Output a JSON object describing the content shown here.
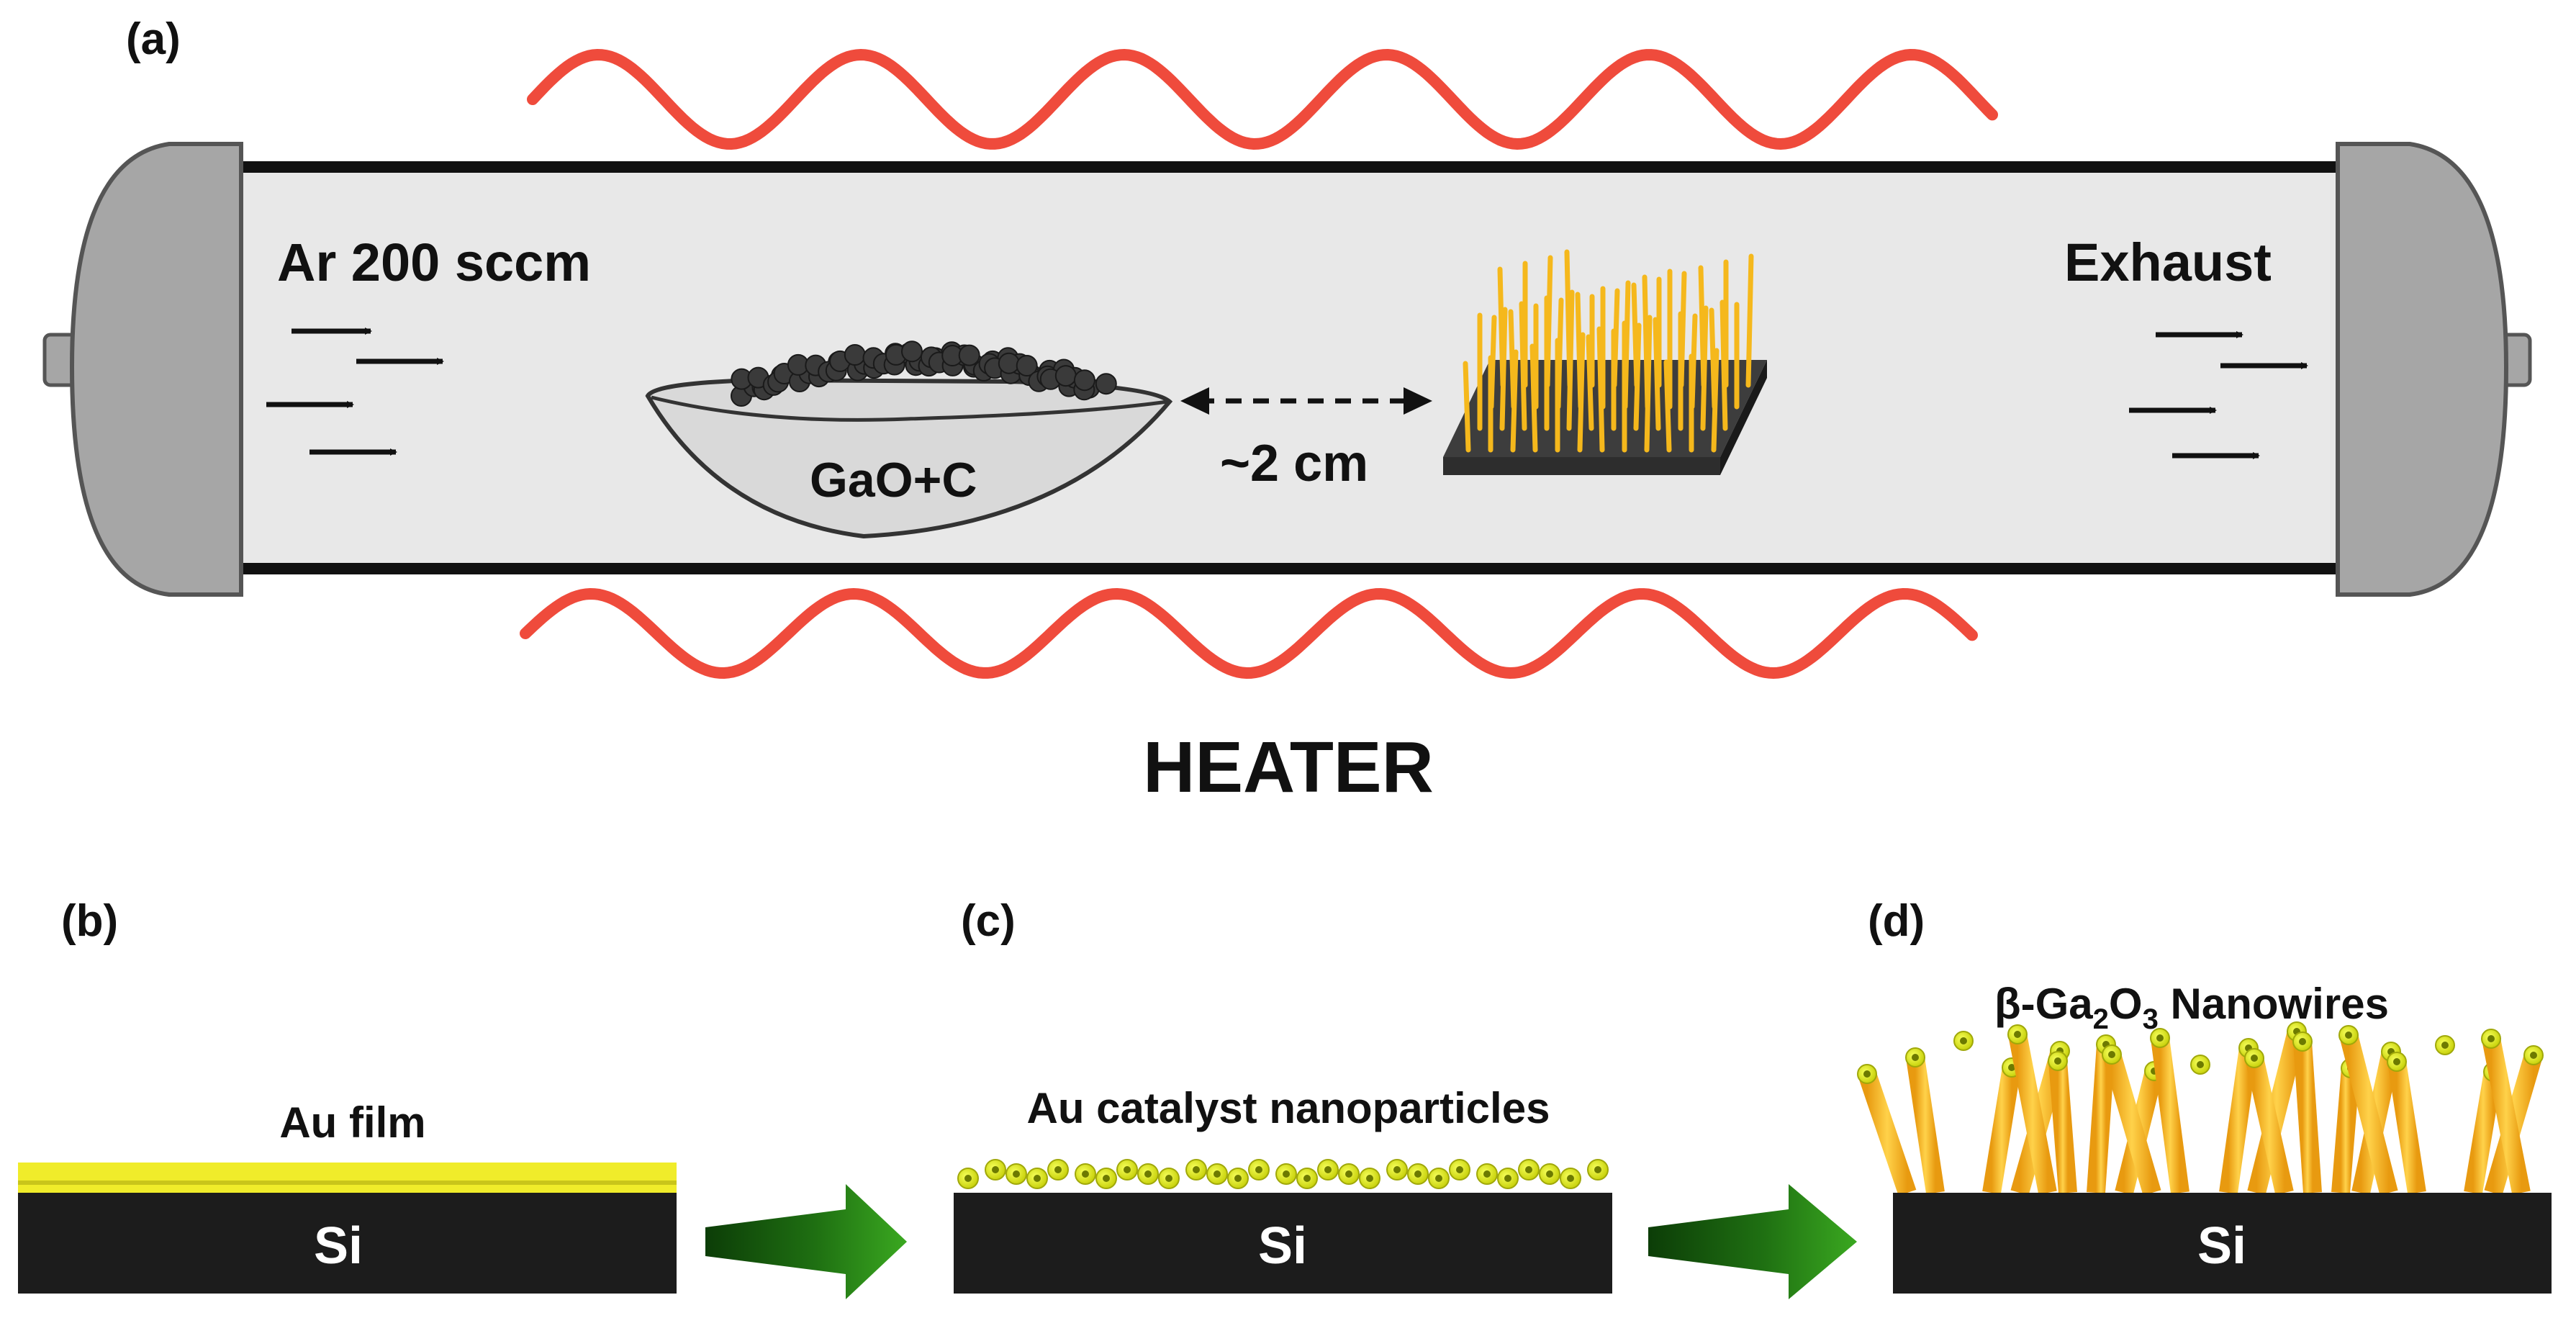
{
  "panels": {
    "a": {
      "label": "(a)",
      "gas_inlet": "Ar 200 sccm",
      "outlet": "Exhaust",
      "boat_label": "GaO+C",
      "distance_label": "~2 cm",
      "heater_label": "HEATER"
    },
    "b": {
      "label": "(b)",
      "layer_label": "Au film",
      "substrate_label": "Si"
    },
    "c": {
      "label": "(c)",
      "layer_label": "Au catalyst nanoparticles",
      "substrate_label": "Si"
    },
    "d": {
      "label": "(d)",
      "title_prefix": "β-Ga",
      "title_sub1": "2",
      "title_mid": "O",
      "title_sub2": "3",
      "title_suffix": " Nanowires",
      "substrate_label": "Si"
    }
  },
  "colors": {
    "heater_wave": "#ef4b3c",
    "tube_fill": "#e8e8e8",
    "tube_edge": "#111111",
    "end_cap": "#a6a6a6",
    "substrate": "#1c1c1c",
    "gold_film": "#f0ec2a",
    "nanowire": "#f5b81c",
    "nanoparticle": "#e7f21f",
    "process_arrow": "#1f6e12"
  }
}
